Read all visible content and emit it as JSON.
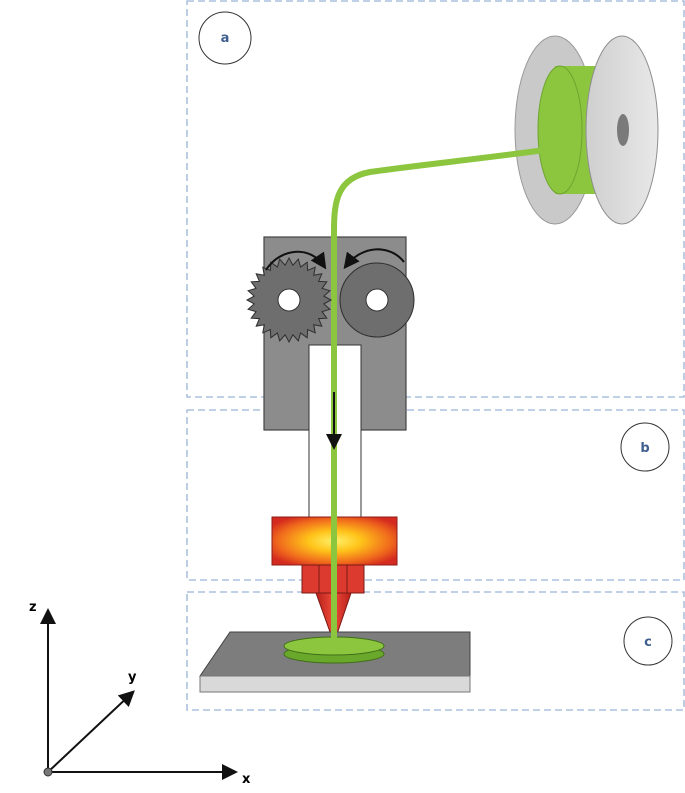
{
  "panels": {
    "a": {
      "label": "a"
    },
    "b": {
      "label": "b"
    },
    "c": {
      "label": "c"
    }
  },
  "axes": {
    "x": "x",
    "y": "y",
    "z": "z"
  },
  "colors": {
    "panel_border": "#9ab3d6",
    "panel_label": "#3f5f8f",
    "filament": "#8cc63f",
    "filament_dark": "#4f8a1f",
    "block": "#8c8c8c",
    "block_dark": "#444444",
    "heater_outer": "#d42a1f",
    "heater_inner": "#ffd21a",
    "nozzle": "#d8352a",
    "bed_top": "#7d7d7d",
    "bed_side": "#d9d9d9"
  },
  "icons": {
    "drive_gear": "toothed-drive-gear-icon",
    "idler_wheel": "idler-wheel-icon",
    "spool": "filament-spool-icon",
    "rotation_arrow": "curved-arrow-icon",
    "feed_arrow": "down-arrow-icon"
  }
}
